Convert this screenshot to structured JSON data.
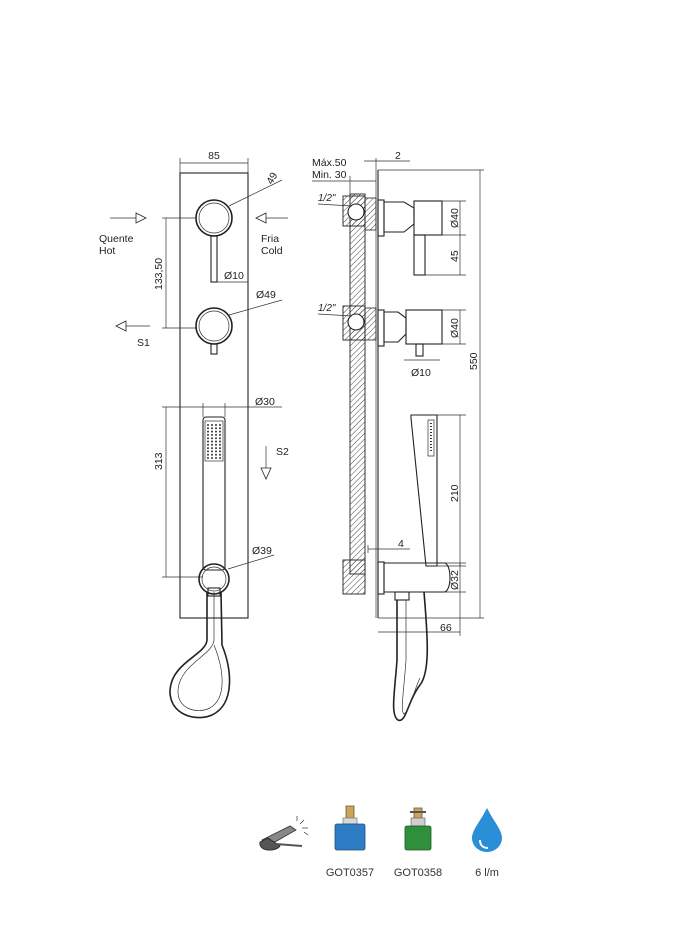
{
  "front_view": {
    "width_label": "85",
    "ring_top_label": "49",
    "hot_label_line1": "Quente",
    "hot_label_line2": "Hot",
    "cold_label_line1": "Fria",
    "cold_label_line2": "Cold",
    "height_upper_label": "133,50",
    "stem_label": "Ø10",
    "ring_mid_label": "Ø49",
    "outlet1_label": "S1",
    "handshower_label": "Ø30",
    "outlet2_label": "S2",
    "height_lower_label": "313",
    "holder_label": "Ø39"
  },
  "side_view": {
    "depth_max_label": "Máx.50",
    "depth_min_label": "Min. 30",
    "plate_label": "2",
    "thread_top_label": "1/2\"",
    "knob_top_dia_label": "Ø40",
    "stem_len_label": "45",
    "thread_mid_label": "1/2\"",
    "knob_mid_dia_label": "Ø40",
    "stem_dia_label": "Ø10",
    "total_height_label": "550",
    "handshower_len_label": "210",
    "gap_label": "4",
    "elbow_dia_label": "Ø32",
    "elbow_len_label": "66"
  },
  "legend": {
    "items": [
      {
        "icon": "lever-handle-icon",
        "label": ""
      },
      {
        "icon": "cartridge-blue-icon",
        "label": "GOT0357",
        "color": "#2e7dc4"
      },
      {
        "icon": "cartridge-green-icon",
        "label": "GOT0358",
        "color": "#2f8f3a"
      },
      {
        "icon": "water-drop-icon",
        "label": "6 l/m",
        "color": "#2a8fd6"
      }
    ]
  }
}
